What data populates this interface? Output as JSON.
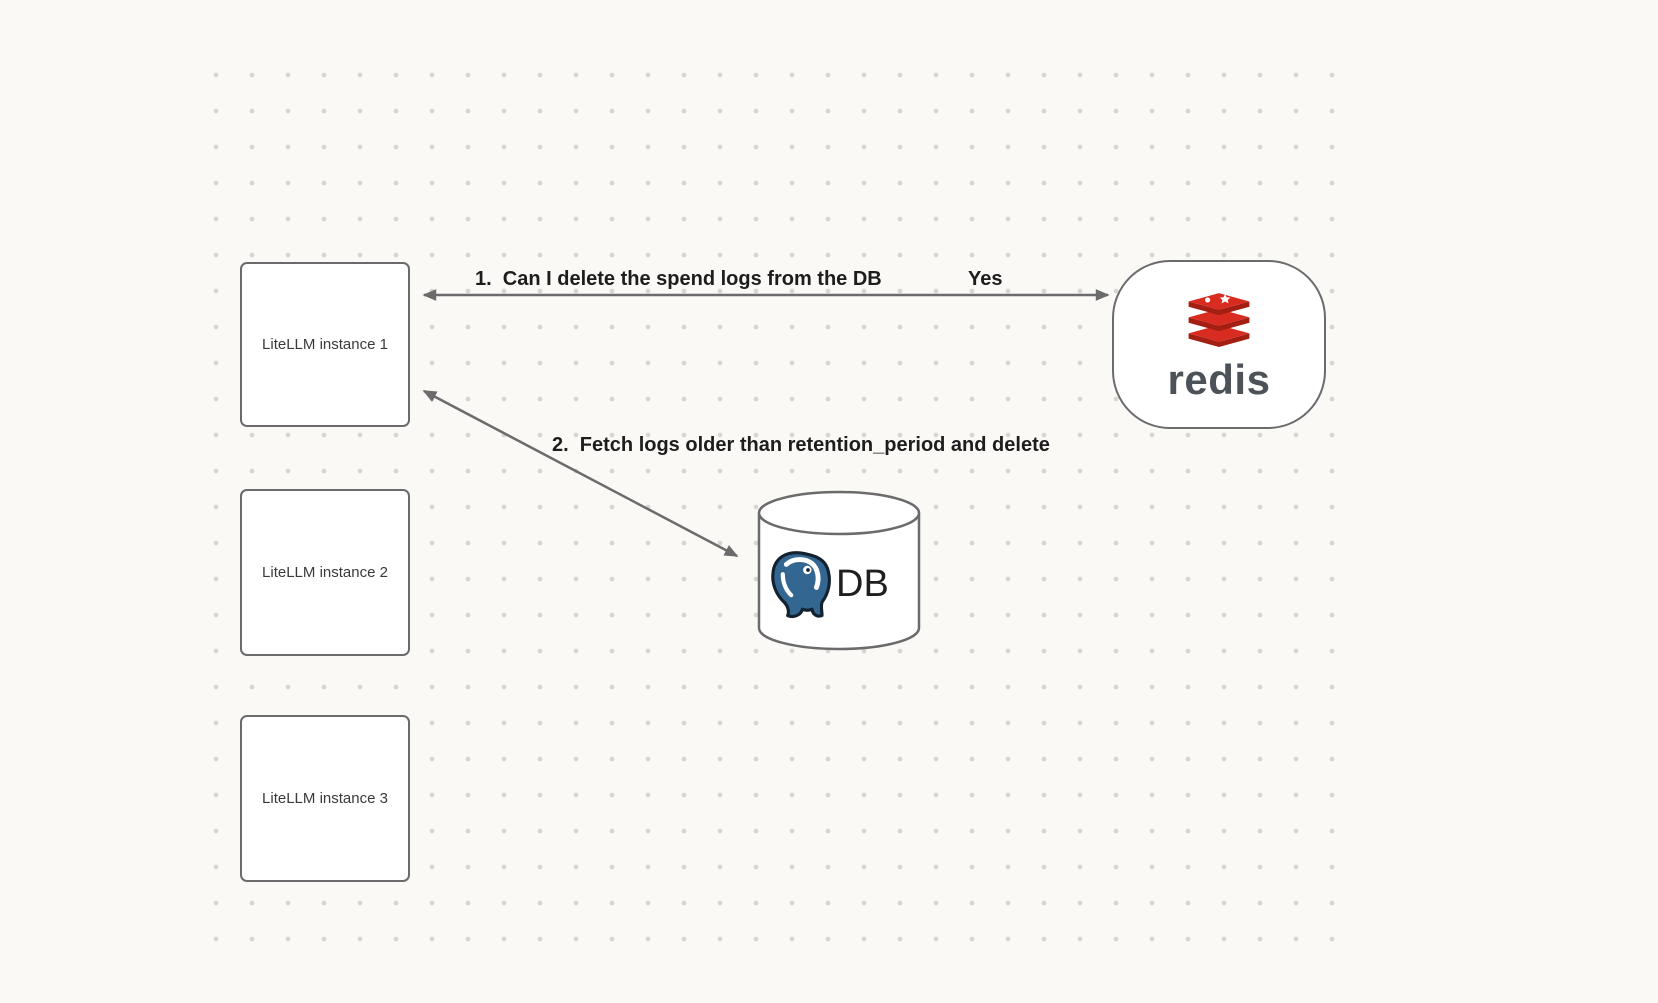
{
  "diagram": {
    "instances": [
      {
        "label": "LiteLLM instance 1"
      },
      {
        "label": "LiteLLM instance 2"
      },
      {
        "label": "LiteLLM instance 3"
      }
    ],
    "redis": {
      "label": "redis"
    },
    "db": {
      "label": "DB"
    },
    "annotations": {
      "step1_label": "1.  Can I delete the spend logs from the DB",
      "step1_answer": "Yes",
      "step2_label": "2.  Fetch logs older than retention_period and delete"
    },
    "colors": {
      "background": "#faf9f6",
      "dot": "#d9d6d1",
      "stroke": "#6b6b6b",
      "node_fill": "#ffffff",
      "text": "#1d1d1d",
      "redis_red": "#d82c20",
      "redis_dark": "#a41e11",
      "postgres_blue": "#336791"
    }
  }
}
